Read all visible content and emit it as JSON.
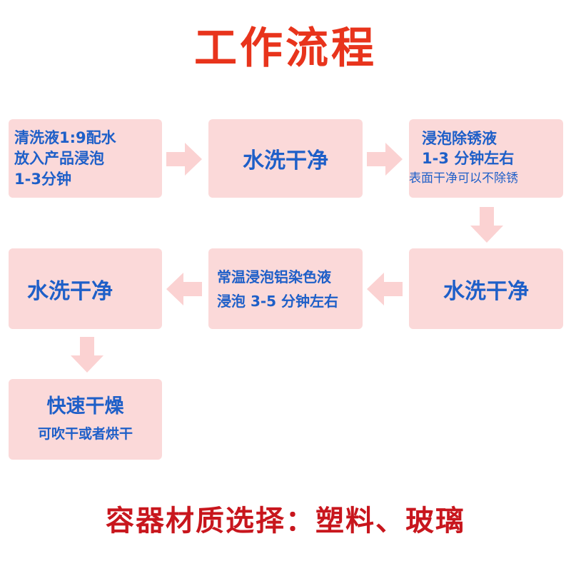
{
  "title": "工作流程",
  "steps": [
    {
      "lines": [
        "清洗液1:9配水",
        "放入产品浸泡",
        "1-3分钟"
      ]
    },
    {
      "lines": [
        "水洗干净"
      ]
    },
    {
      "lines": [
        "浸泡除锈液",
        "1-3 分钟左右",
        "表面干净可以不除锈"
      ]
    },
    {
      "lines": [
        "水洗干净"
      ]
    },
    {
      "lines": [
        "常温浸泡铝染色液",
        "浸泡 3-5 分钟左右"
      ]
    },
    {
      "lines": [
        "水洗干净"
      ]
    },
    {
      "lines": [
        "快速干燥",
        "可吹干或者烘干"
      ]
    }
  ],
  "footer": "容器材质选择：塑料、玻璃",
  "colors": {
    "title": "#e8341c",
    "box_fill": "#fbd9d9",
    "step_text": "#1e5fc8",
    "arrow": "#fbd2d2",
    "footer": "#c8161d"
  }
}
